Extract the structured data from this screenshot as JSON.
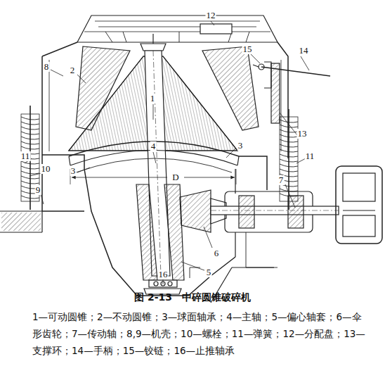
{
  "diagram": {
    "caption": "图 2-13　中碎圆锥破碎机",
    "labels": [
      "12",
      "15",
      "14",
      "8",
      "2",
      "1",
      "13",
      "3",
      "4",
      "11",
      "11",
      "10",
      "3",
      "D",
      "9",
      "7",
      "6",
      "5",
      "16",
      "1—可动圆锥；",
      "2—不动圆锥；",
      "3—球面轴承；",
      "4—主轴；",
      "5—偏心轴套；",
      "6—伞形齿轮；",
      "7—传动轴；",
      "8,9—机壳；",
      "10—螺栓；",
      "11—弹簧；",
      "12—分配盘；",
      "13—支撑环；",
      "14—手柄；",
      "15—铰链；",
      "16—止推轴承"
    ]
  }
}
